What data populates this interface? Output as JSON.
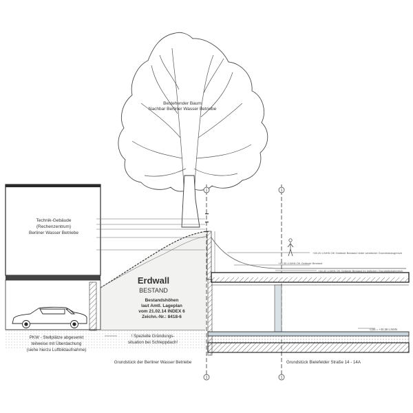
{
  "labels": {
    "tree": [
      "Bestehender Baum",
      "Nachbar Berliner Wasser Betriebe"
    ],
    "technik": [
      "Technik-Gebäude",
      "(Rechenzentrum)",
      "Berliner Wasser Betriebe"
    ],
    "erdwall_title": "Erdwall",
    "erdwall_sub": "BESTAND",
    "bestand_info": [
      "Bestandshöhen",
      "laut Amtl. Lageplan",
      "vom 21.02.14 INDEX 6",
      "Zeichn.-Nr.: 8418-6"
    ],
    "pkw": [
      "PKW - Stellplätze abgesenkt",
      "teilweise mit Überdachung",
      "(siehe hierzu Luftbildaufnahme)"
    ],
    "gruendung": [
      "! Spezielle Gründungs-",
      "situation bei Schleppdach!"
    ],
    "grundstueck_bwb": "Grundstück der Berliner Wasser Betriebe",
    "grundstueck_bielefelder": "Grundstück Bielefelder Straße 14 - 14A",
    "level_1": "+45,20 ü.NHN OK Gelände Bestand hinter westlicher Grundstücksgrenze",
    "level_2": "+44,35 ü.NHN OK Gelände Bestand",
    "level_3": "+44,42 ü.NHN OK Gelände Bestand im östlichen Grundstücksbereich",
    "level_4": "-3,65 = +40,38 ü.NHN",
    "axis_marker": "1"
  },
  "colors": {
    "line": "#2a2a2a",
    "ground": "#e9ebe8",
    "slab": "#c9d6dc",
    "column": "#d7e1e6"
  }
}
